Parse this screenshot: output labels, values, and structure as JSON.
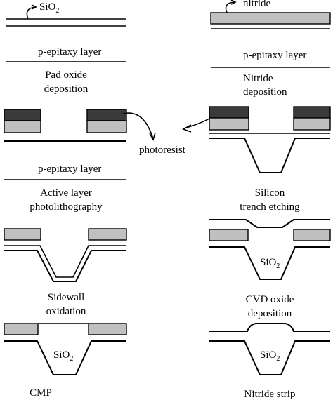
{
  "labels": {
    "sio2_top": "SiO",
    "sio2_sub": "2",
    "nitride_top": "nitride",
    "pepi_left": "p-epitaxy layer",
    "pepi_right": "p-epitaxy layer",
    "pepi_mid": "p-epitaxy layer",
    "photoresist": "photoresist",
    "fill_sio2": "SiO",
    "fill_sub": "2"
  },
  "steps": [
    {
      "line1": "Pad oxide",
      "line2": "deposition"
    },
    {
      "line1": "Nitride",
      "line2": "deposition"
    },
    {
      "line1": "Active layer",
      "line2": "photolithography"
    },
    {
      "line1": "Silicon",
      "line2": "trench etching"
    },
    {
      "line1": "Sidewall",
      "line2": "oxidation"
    },
    {
      "line1": "CVD oxide",
      "line2": "deposition"
    },
    {
      "line1": "CMP",
      "line2": ""
    },
    {
      "line1": "Nitride strip",
      "line2": ""
    }
  ],
  "colors": {
    "nitride": "#c0c0c0",
    "photoresist": "#3a3a3a",
    "line": "#000000"
  }
}
